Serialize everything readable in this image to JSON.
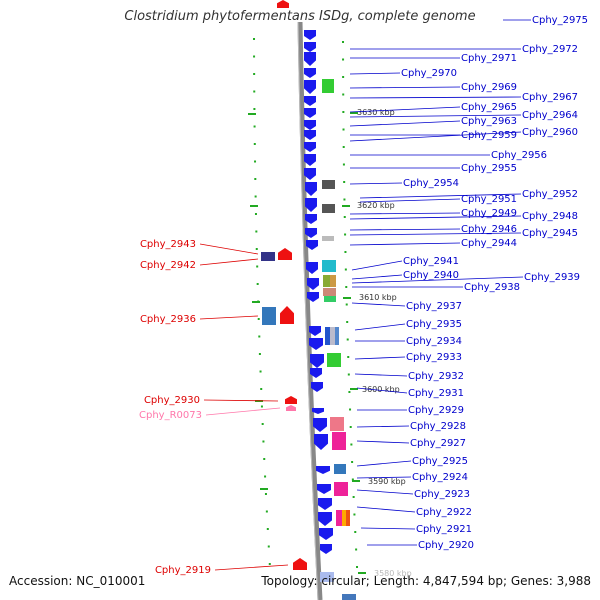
{
  "title": "Clostridium phytofermentans ISDg, complete genome",
  "accession": "Accession: NC_010001",
  "summary": "Topology: circular; Length: 4,847,594 bp; Genes: 3,988",
  "colors": {
    "forward_label": "#0000cc",
    "reverse_label": "#dd0000",
    "rna_label": "#ff77aa",
    "backbone": "#888888",
    "tick": "#22aa22",
    "cds_forward": "#1a1aee",
    "cds_reverse": "#ee1111"
  },
  "ticks": [
    "3630 kbp",
    "3620 kbp",
    "3610 kbp",
    "3600 kbp",
    "3590 kbp",
    "3580 kbp"
  ],
  "forward_genes": [
    "Cphy_2975",
    "Cphy_2972",
    "Cphy_2971",
    "Cphy_2970",
    "Cphy_2969",
    "Cphy_2967",
    "Cphy_2965",
    "Cphy_2964",
    "Cphy_2963",
    "Cphy_2959",
    "Cphy_2960",
    "Cphy_2956",
    "Cphy_2955",
    "Cphy_2954",
    "Cphy_2952",
    "Cphy_2951",
    "Cphy_2949",
    "Cphy_2948",
    "Cphy_2946",
    "Cphy_2945",
    "Cphy_2944",
    "Cphy_2941",
    "Cphy_2940",
    "Cphy_2939",
    "Cphy_2938",
    "Cphy_2937",
    "Cphy_2935",
    "Cphy_2934",
    "Cphy_2933",
    "Cphy_2932",
    "Cphy_2931",
    "Cphy_2929",
    "Cphy_2928",
    "Cphy_2927",
    "Cphy_2925",
    "Cphy_2924",
    "Cphy_2923",
    "Cphy_2922",
    "Cphy_2921",
    "Cphy_2920"
  ],
  "reverse_genes": [
    "Cphy_2943",
    "Cphy_2942",
    "Cphy_2936",
    "Cphy_2930",
    "Cphy_R0073",
    "Cphy_2919"
  ]
}
